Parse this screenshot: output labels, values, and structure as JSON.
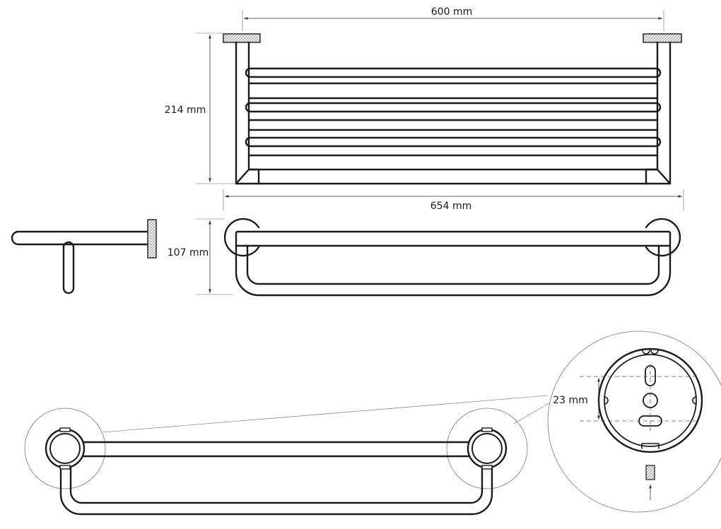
{
  "dimensions": {
    "width_inner": "600 mm",
    "height": "214 mm",
    "width_outer": "654 mm",
    "depth": "107 mm",
    "hole_spacing": "23 mm"
  },
  "colors": {
    "line": "#1a1a1a",
    "hatch": "#888888",
    "background": "#ffffff"
  }
}
